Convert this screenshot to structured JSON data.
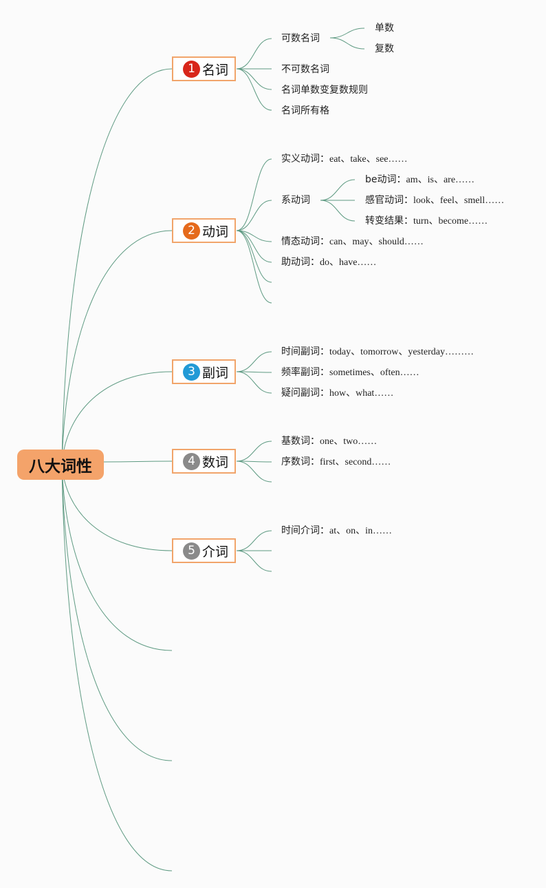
{
  "root": {
    "label": "八大词性"
  },
  "branches": [
    {
      "number": "1",
      "label": "名词",
      "color": "#d8261a",
      "items": [
        {
          "zh": "可数名词",
          "en": "",
          "children": [
            {
              "zh": "单数",
              "en": ""
            },
            {
              "zh": "复数",
              "en": ""
            }
          ]
        },
        {
          "zh": "不可数名词",
          "en": ""
        },
        {
          "zh": "名词单数变复数规则",
          "en": ""
        },
        {
          "zh": "名词所有格",
          "en": ""
        }
      ]
    },
    {
      "number": "2",
      "label": "动词",
      "color": "#e56a1c",
      "items": [
        {
          "zh": "实义动词：",
          "en": "eat、take、see……"
        },
        {
          "zh": "系动词",
          "en": "",
          "children": [
            {
              "zh": "be动词：",
              "en": "am、is、are……"
            },
            {
              "zh": "感官动词：",
              "en": "look、feel、smell……"
            },
            {
              "zh": "转变结果：",
              "en": "turn、become……"
            }
          ]
        },
        {
          "zh": "情态动词：",
          "en": "can、may、should……"
        },
        {
          "zh": "助动词：",
          "en": "do、have……"
        }
      ]
    },
    {
      "number": "3",
      "label": "副词",
      "color": "#229ad6",
      "items": [
        {
          "zh": "时间副词：",
          "en": "today、tomorrow、yesterday………"
        },
        {
          "zh": "频率副词：",
          "en": "sometimes、often……"
        },
        {
          "zh": "疑问副词：",
          "en": "how、what……"
        }
      ]
    },
    {
      "number": "4",
      "label": "数词",
      "color": "#8a8a8a",
      "items": [
        {
          "zh": "基数词：",
          "en": "one、two……"
        },
        {
          "zh": "序数词：",
          "en": "first、second……"
        }
      ]
    },
    {
      "number": "5",
      "label": "介词",
      "color": "#8a8a8a",
      "items": [
        {
          "zh": "时间介词：",
          "en": "at、on、in……"
        }
      ]
    }
  ]
}
